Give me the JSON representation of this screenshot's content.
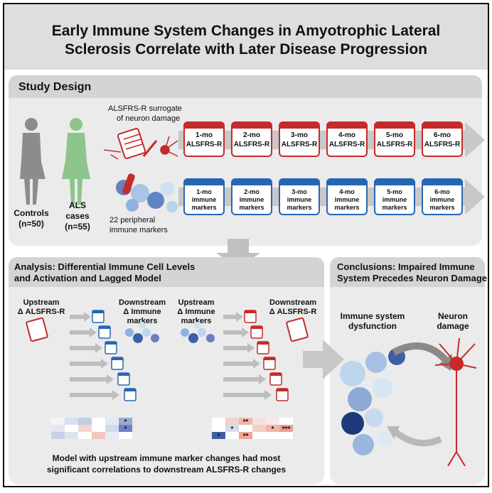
{
  "title": {
    "line1": "Early Immune System Changes in Amyotrophic Lateral",
    "line2": "Sclerosis Correlate with Later Disease Progression"
  },
  "study_design": {
    "heading": "Study Design",
    "controls": {
      "label": "Controls",
      "n": "(n=50)"
    },
    "als": {
      "label": "ALS",
      "label2": "cases",
      "n": "(n=55)"
    },
    "alsfrs_note": {
      "line1": "ALSFRS-R surrogate",
      "line2": "of neuron damage"
    },
    "marker_note": {
      "line1": "22 peripheral",
      "line2": "immune markers"
    },
    "red_calendars": [
      {
        "l1": "1-mo",
        "l2": "ALSFRS-R"
      },
      {
        "l1": "2-mo",
        "l2": "ALSFRS-R"
      },
      {
        "l1": "3-mo",
        "l2": "ALSFRS-R"
      },
      {
        "l1": "4-mo",
        "l2": "ALSFRS-R"
      },
      {
        "l1": "5-mo",
        "l2": "ALSFRS-R"
      },
      {
        "l1": "6-mo",
        "l2": "ALSFRS-R"
      }
    ],
    "blue_calendars": [
      {
        "l1": "1-mo",
        "l2": "immune",
        "l3": "markers"
      },
      {
        "l1": "2-mo",
        "l2": "immune",
        "l3": "markers"
      },
      {
        "l1": "3-mo",
        "l2": "immune",
        "l3": "markers"
      },
      {
        "l1": "4-mo",
        "l2": "immune",
        "l3": "markers"
      },
      {
        "l1": "5-mo",
        "l2": "immune",
        "l3": "markers"
      },
      {
        "l1": "6-mo",
        "l2": "immune",
        "l3": "markers"
      }
    ],
    "colors": {
      "red": "#c62a2a",
      "blue": "#2766b3",
      "als_green": "#8dc58c",
      "control_gray": "#8c8c8c"
    }
  },
  "analysis": {
    "heading_line1": "Analysis: Differential Immune Cell Levels",
    "heading_line2": "and Activation and Lagged Model",
    "left": {
      "upstream": {
        "line1": "Upstream",
        "line2": "Δ ALSFRS-R"
      },
      "downstream": {
        "line1": "Downstream",
        "line2": "Δ Immune",
        "line3": "markers"
      }
    },
    "right": {
      "upstream": {
        "line1": "Upstream",
        "line2": "Δ Immune",
        "line3": "markers"
      },
      "downstream": {
        "line1": "Downstream",
        "line2": "Δ ALSFRS-R"
      }
    },
    "heatmap_left_stars": [
      "*",
      "*"
    ],
    "heatmap_right_stars": [
      "**",
      "*",
      "***",
      "*",
      "**",
      "*"
    ],
    "footer": {
      "line1": "Model with upstream immune marker changes had most",
      "line2": "significant correlations to downstream ALSFRS-R changes"
    }
  },
  "conclusions": {
    "heading_line1": "Conclusions: Impaired Immune",
    "heading_line2": "System Precedes Neuron Damage",
    "immune": {
      "line1": "Immune system",
      "line2": "dysfunction"
    },
    "neuron": {
      "line1": "Neuron",
      "line2": "damage"
    }
  }
}
